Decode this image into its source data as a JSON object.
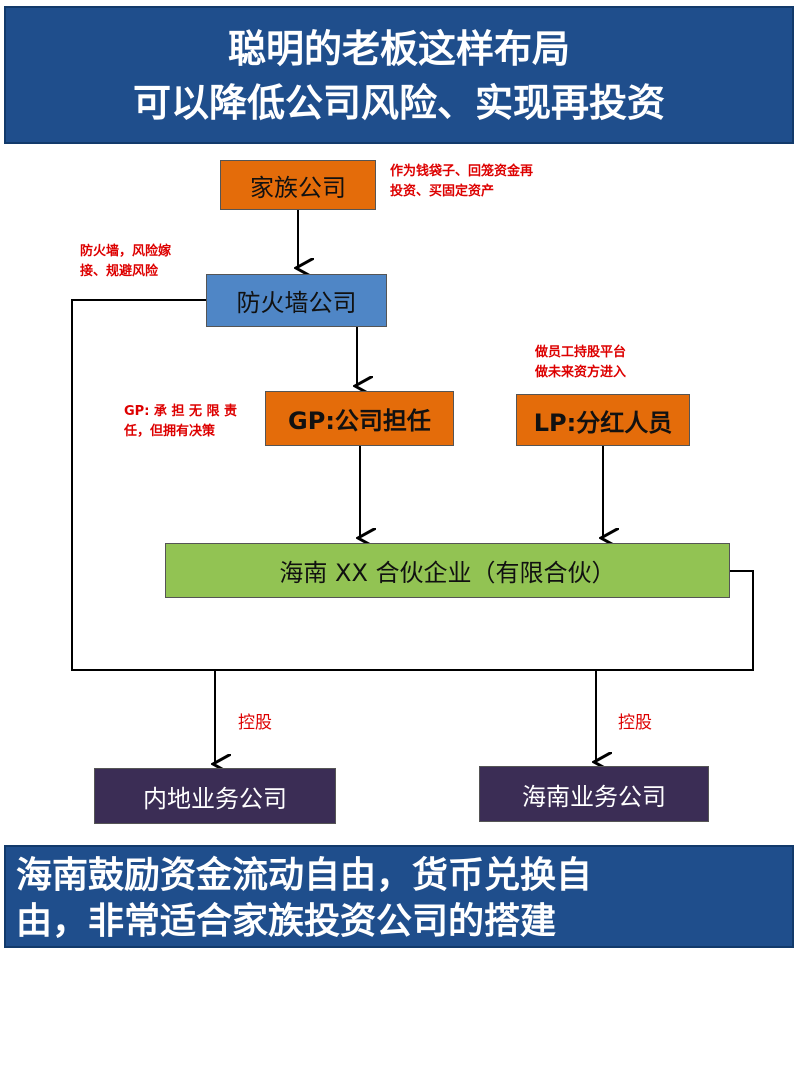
{
  "header": {
    "line1": "聪明的老板这样布局",
    "line2": "可以降低公司风险、实现再投资"
  },
  "nodes": {
    "family": "家族公司",
    "firewall": "防火墙公司",
    "gp": "GP:公司担任",
    "lp": "LP:分红人员",
    "partnership": "海南 XX 合伙企业（有限合伙）",
    "mainland": "内地业务公司",
    "hainan": "海南业务公司"
  },
  "notes": {
    "family_1": "作为钱袋子、回笼资金再",
    "family_2": "投资、买固定资产",
    "firewall_1": "防火墙，风险嫁",
    "firewall_2": "接、规避风险",
    "gp_1": "GP: 承 担 无 限 责",
    "gp_2": "任，但拥有决策",
    "lp_1": "做员工持股平台",
    "lp_2": "做未来资方进入",
    "control_left": "控股",
    "control_right": "控股"
  },
  "footer": {
    "line1": "海南鼓励资金流动自由，货币兑换自",
    "line2": "由，非常适合家族投资公司的搭建"
  }
}
